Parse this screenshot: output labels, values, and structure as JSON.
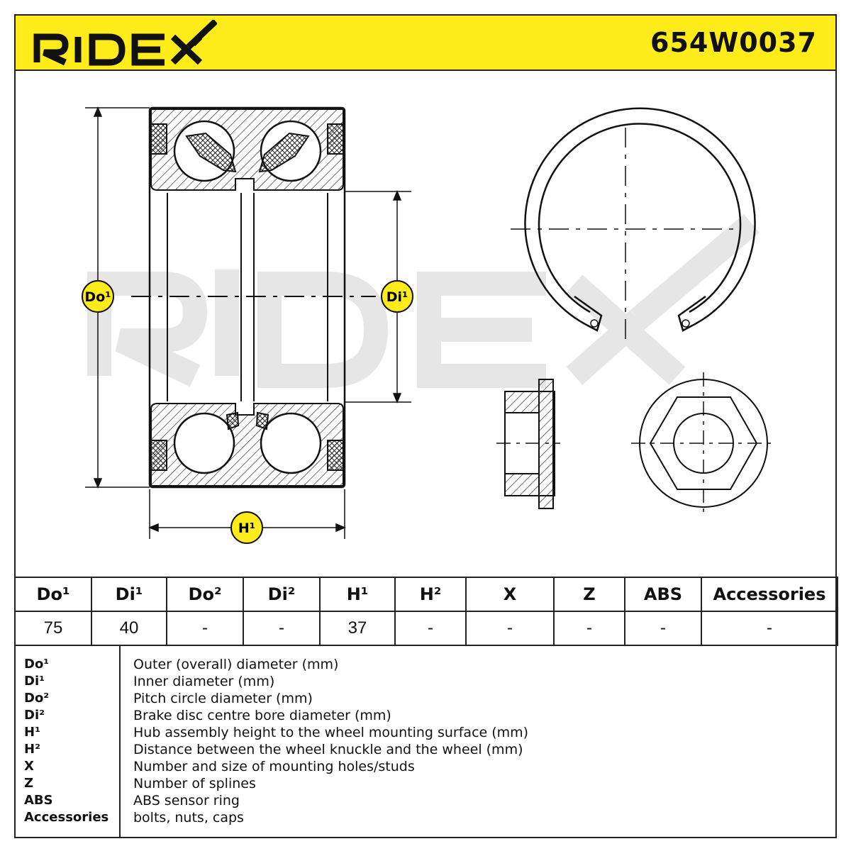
{
  "header": {
    "brand": "RIDEX",
    "part_number": "654W0037",
    "background_color": "#ffec1a"
  },
  "drawing": {
    "watermark": "RIDEX",
    "dimension_labels": {
      "outer_diameter": "Do¹",
      "inner_diameter": "Di¹",
      "height": "H¹"
    },
    "badge_color": "#ffec1a"
  },
  "spec_table": {
    "headers": [
      "Do¹",
      "Di¹",
      "Do²",
      "Di²",
      "H¹",
      "H²",
      "X",
      "Z",
      "ABS",
      "Accessories"
    ],
    "values": [
      "75",
      "40",
      "-",
      "-",
      "37",
      "-",
      "-",
      "-",
      "-",
      "-"
    ]
  },
  "legend": [
    {
      "key": "Do¹",
      "desc": "Outer (overall) diameter (mm)"
    },
    {
      "key": "Di¹",
      "desc": "Inner diameter (mm)"
    },
    {
      "key": "Do²",
      "desc": "Pitch circle diameter (mm)"
    },
    {
      "key": "Di²",
      "desc": "Brake disc centre bore diameter (mm)"
    },
    {
      "key": "H¹",
      "desc": "Hub assembly height to the wheel mounting surface (mm)"
    },
    {
      "key": "H²",
      "desc": "Distance between the wheel knuckle and the wheel (mm)"
    },
    {
      "key": "X",
      "desc": "Number and size of mounting holes/studs"
    },
    {
      "key": "Z",
      "desc": "Number of splines"
    },
    {
      "key": "ABS",
      "desc": "ABS sensor ring"
    },
    {
      "key": "Accessories",
      "desc": "bolts, nuts, caps"
    }
  ]
}
